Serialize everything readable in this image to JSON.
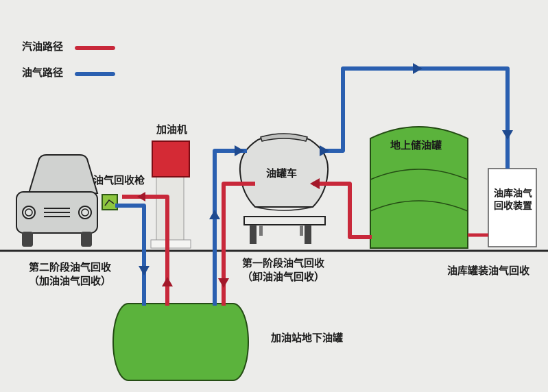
{
  "legend": {
    "gasoline_path": "汽油路径",
    "vapor_path": "油气路径"
  },
  "labels": {
    "dispenser": "加油机",
    "vapor_nozzle": "油气回收枪",
    "tanker": "油罐车",
    "storage_tank": "地上储油罐",
    "recovery_device_line1": "油库油气",
    "recovery_device_line2": "回收装置",
    "stage2_line1": "第二阶段油气回收",
    "stage2_line2": "（加油油气回收）",
    "stage1_line1": "第一阶段油气回收",
    "stage1_line2": "（卸油油气回收）",
    "depot_loading": "油库罐装油气回收",
    "underground_tank": "加油站地下油罐"
  },
  "colors": {
    "gasoline": "#c8283a",
    "vapor": "#2a5fb0",
    "tank_green": "#5bb33c",
    "dispenser_red": "#d42a35",
    "ground": "#2a2a2a",
    "background": "#ececea"
  }
}
